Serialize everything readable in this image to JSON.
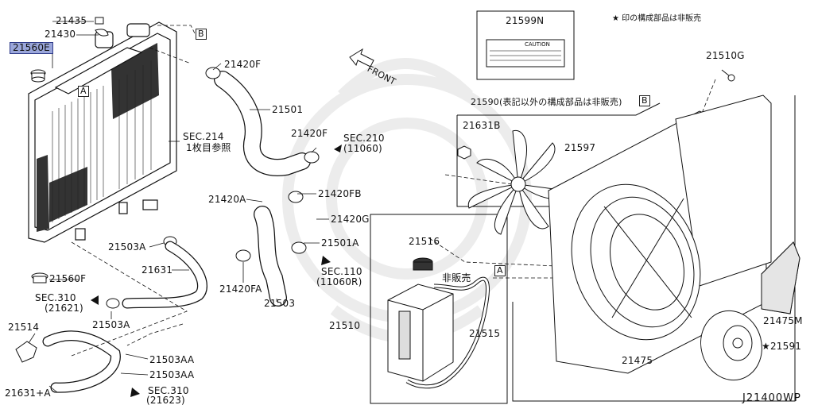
{
  "labels": {
    "p21435": "21435",
    "p21430": "21430",
    "p21560E": "21560E",
    "p21420F_top": "21420F",
    "p21501": "21501",
    "sec214_a": "SEC.214",
    "sec214_b": "1枚目参照",
    "p21420F_mid": "21420F",
    "sec210_a": "SEC.210",
    "sec210_b": "(11060)",
    "p21420A": "21420A",
    "p21420FB": "21420FB",
    "p21420G": "21420G",
    "p21503A_top": "21503A",
    "p21501A": "21501A",
    "p21631": "21631",
    "p21420FA": "21420FA",
    "sec110_a": "SEC.110",
    "sec110_b": "(11060R)",
    "p21560F": "21560F",
    "p21503": "21503",
    "sec310_1a": "SEC.310",
    "sec310_1b": "(21621)",
    "p21503A_bot": "21503A",
    "p21514": "21514",
    "p21503AA_1": "21503AA",
    "p21503AA_2": "21503AA",
    "p21631A": "21631+A",
    "sec310_2a": "SEC.310",
    "sec310_2b": "(21623)",
    "p21599N": "21599N",
    "p21510G": "21510G",
    "p21590": "21590(表記以外の構成部品は非販売)",
    "p21631B": "21631B",
    "p21597": "21597",
    "p21516": "21516",
    "hibaibai": "非販売",
    "p21510": "21510",
    "p21515": "21515",
    "p21475": "21475",
    "p21475M": "21475M",
    "p21591": "★21591",
    "front": "FRONT",
    "legend": "★ 印の構成部品は非販売",
    "caution": "CAUTION",
    "diagram_code": "J21400WP"
  },
  "callouts": {
    "A_radiator": "A",
    "A_tank": "A",
    "B_radiator": "B",
    "B_shroud": "B"
  },
  "colors": {
    "highlight": "#9aa6da",
    "line": "#111111",
    "watermark": "#e9e9e9"
  }
}
